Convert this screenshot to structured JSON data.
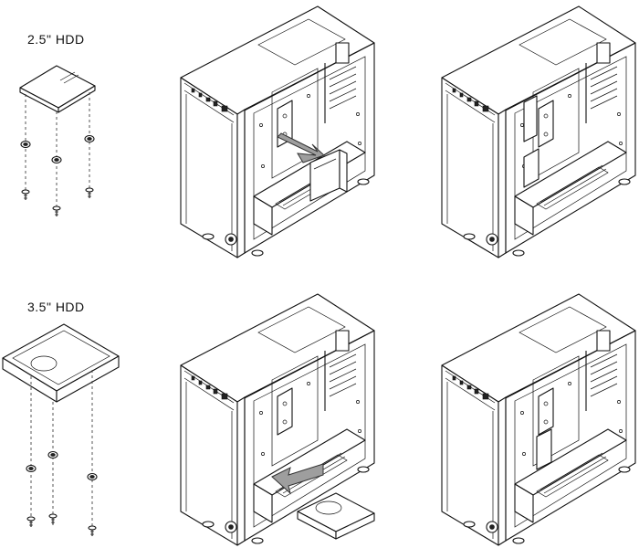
{
  "labels": {
    "hdd_25": "2.5\" HDD",
    "hdd_35": "3.5\" HDD"
  },
  "colors": {
    "line": "#111111",
    "arrow_fill": "#9e9e9e",
    "background": "#ffffff"
  },
  "steps": [
    {
      "row": 1,
      "panel": "before",
      "arrow": true
    },
    {
      "row": 1,
      "panel": "after",
      "arrow": false
    },
    {
      "row": 2,
      "panel": "before",
      "arrow": true
    },
    {
      "row": 2,
      "panel": "after",
      "arrow": false
    }
  ]
}
